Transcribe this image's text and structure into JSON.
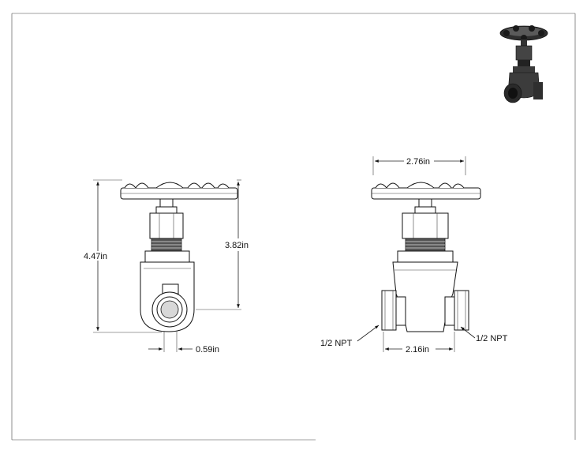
{
  "dimensions": {
    "overall_height": "4.47in",
    "stem_height": "3.82in",
    "port_offset": "0.59in",
    "handwheel_width": "2.76in",
    "body_width": "2.16in",
    "left_thread": "1/2 NPT",
    "right_thread": "1/2 NPT"
  },
  "icons": {
    "preview": "gate-valve-3d-preview-icon"
  },
  "colors": {
    "line": "#222222",
    "shade": "#d8d8d8",
    "dark": "#555555"
  }
}
